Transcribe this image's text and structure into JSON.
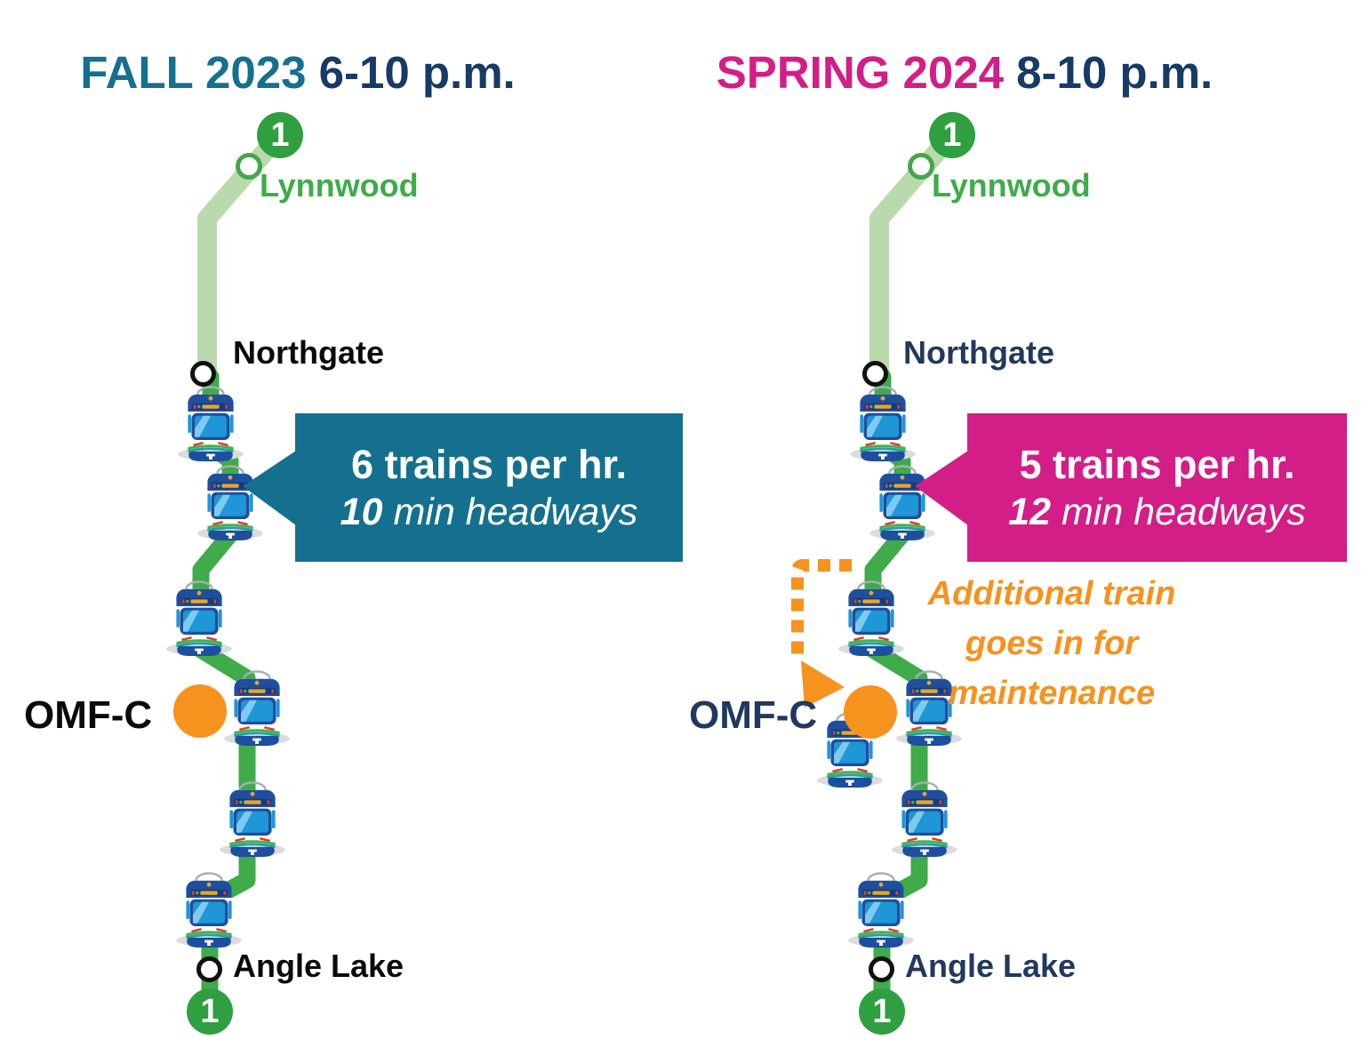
{
  "colors": {
    "teal": "#15708f",
    "magenta": "#d31d87",
    "navy": "#173a67",
    "navy_label": "#22385e",
    "black_label": "#0a0a0a",
    "green": "#3fab49",
    "light_green": "#badaae",
    "badge_green": "#2f9f42",
    "ring_green": "#44a64a",
    "orange": "#f6921e",
    "train_blue": "#1e4f9f",
    "glass_blue": "#1f96d6"
  },
  "left": {
    "title_season": "FALL 2023",
    "title_time": "6-10 p.m.",
    "line_badge": "1",
    "station_lynnwood": "Lynnwood",
    "station_northgate": "Northgate",
    "station_angle_lake": "Angle Lake",
    "facility_label": "OMF-C",
    "callout_line1": "6 trains per hr.",
    "callout_headway_number": "10",
    "callout_headway_text": "min headways"
  },
  "right": {
    "title_season": "SPRING 2024",
    "title_time": "8-10 p.m.",
    "line_badge": "1",
    "station_lynnwood": "Lynnwood",
    "station_northgate": "Northgate",
    "station_angle_lake": "Angle Lake",
    "facility_label": "OMF-C",
    "callout_line1": "5 trains per hr.",
    "callout_headway_number": "12",
    "callout_headway_text": "min headways",
    "note_line1": "Additional train",
    "note_line2": "goes in for",
    "note_line3": "maintenance"
  }
}
